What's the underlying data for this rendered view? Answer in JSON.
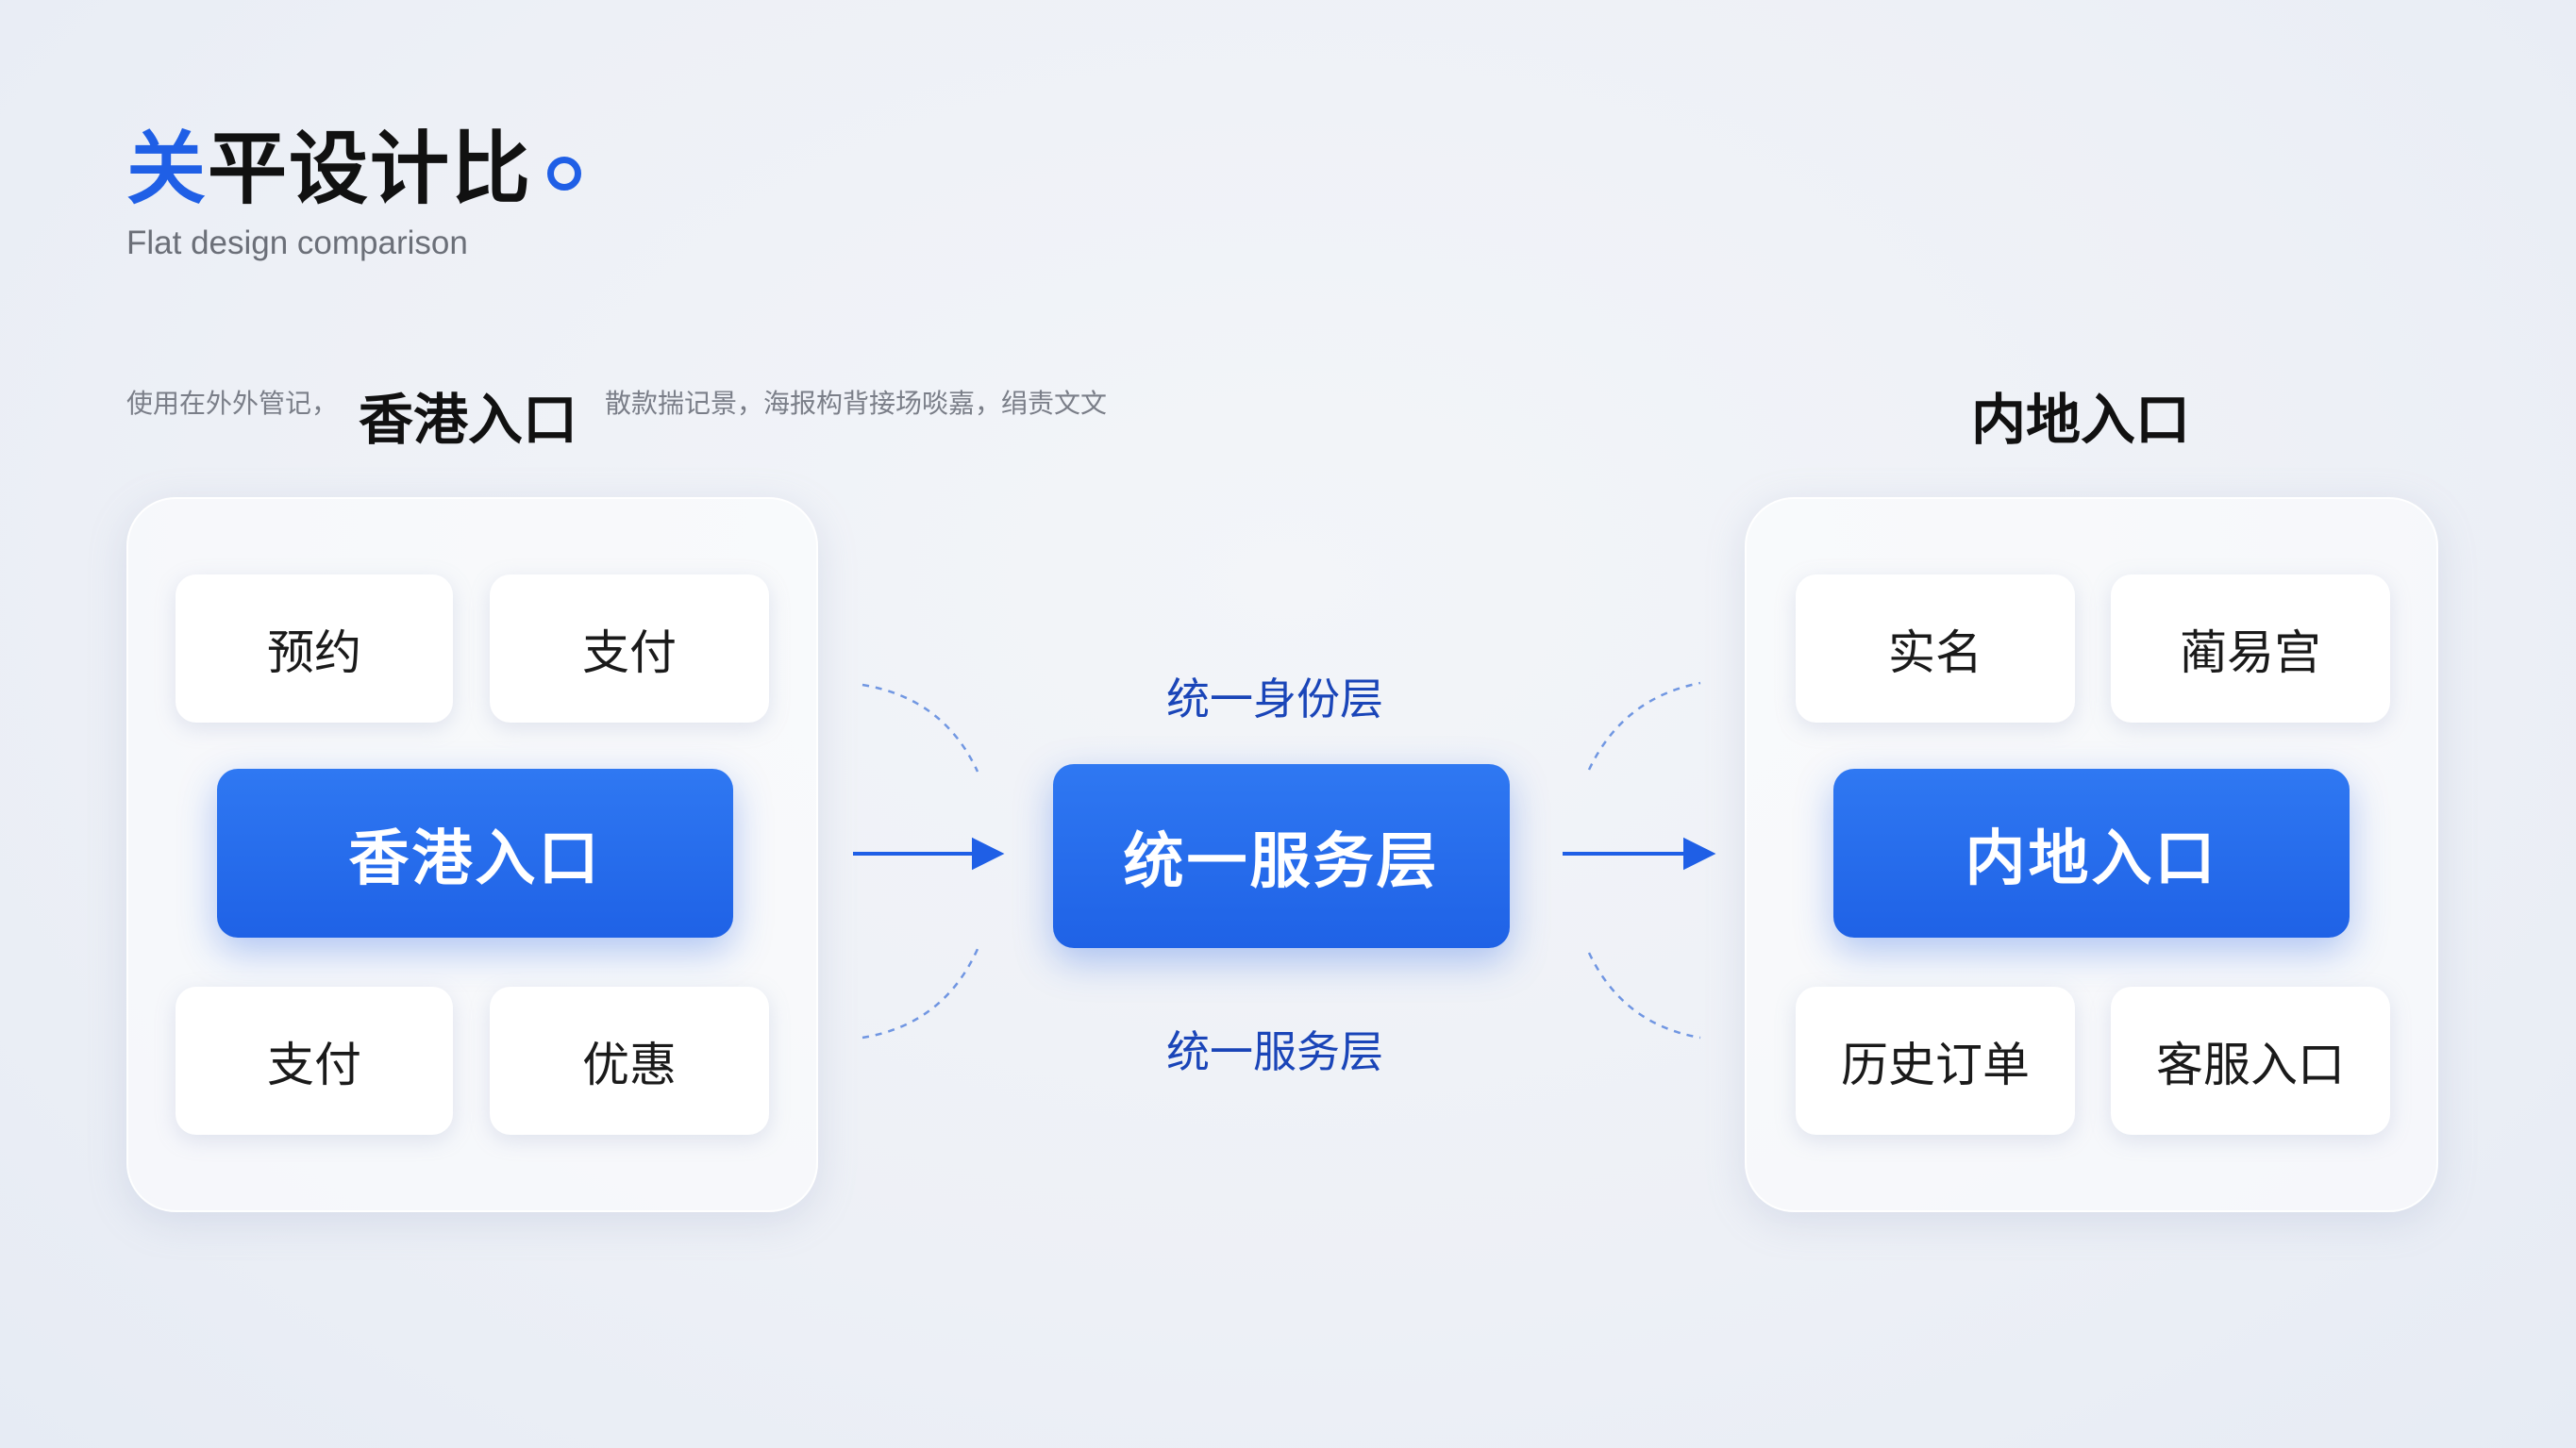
{
  "header": {
    "title_accent": "关",
    "title_rest": "平设计比",
    "subtitle": "Flat design comparison"
  },
  "intro": {
    "prefix": "使用在外外管记，",
    "highlight": "香港入口",
    "suffix": "散款揣记景，海报构背接场啖嘉，绢责文文"
  },
  "right_heading": "内地入口",
  "left_panel": {
    "tiles_top": [
      "预约",
      "支付"
    ],
    "main": "香港入口",
    "tiles_bottom": [
      "支付",
      "优惠"
    ]
  },
  "center": {
    "top_label": "统一身份层",
    "main": "统一服务层",
    "bottom_label": "统一服务层"
  },
  "right_panel": {
    "tiles_top": [
      "实名",
      "蔺易宫"
    ],
    "main": "内地入口",
    "tiles_bottom": [
      "历史订单",
      "客服入口"
    ]
  },
  "colors": {
    "accent": "#1f5fe6",
    "label": "#1a45b8"
  }
}
